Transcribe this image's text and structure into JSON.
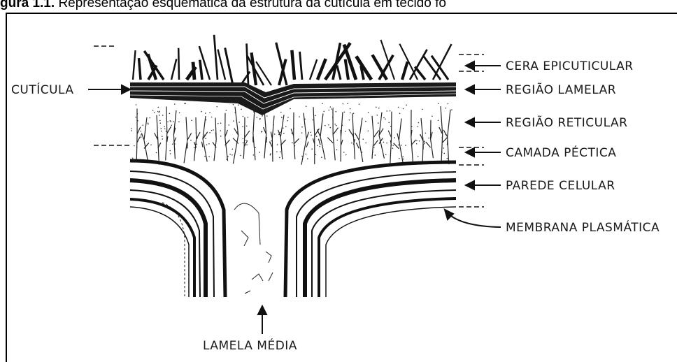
{
  "caption": {
    "prefix": "gura 1.1.",
    "text": "Representação esquemática da estrutura da cutícula em tecido fo"
  },
  "labels": {
    "cuticula": "CUTÍCULA",
    "cera_epicuticular": "CERA EPICUTICULAR",
    "regiao_lamelar": "REGIÃO LAMELAR",
    "regiao_reticular": "REGIÃO RETICULAR",
    "camada_pectica": "CAMADA PÉCTICA",
    "parede_celular": "PAREDE CELULAR",
    "membrana_plasmatica": "MEMBRANA PLASMÁTICA",
    "lamela_media": "LAMELA MÉDIA"
  },
  "colors": {
    "ink": "#111111",
    "background": "#ffffff"
  }
}
